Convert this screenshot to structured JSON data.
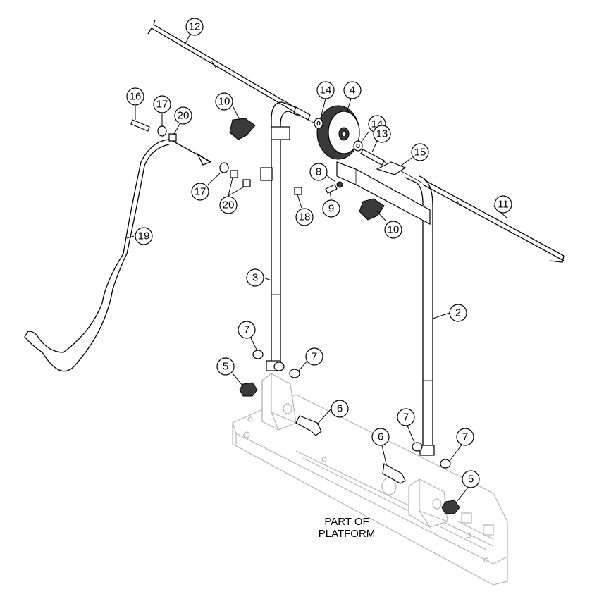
{
  "diagram": {
    "platform_label_line1": "PART OF",
    "platform_label_line2": "PLATFORM",
    "callouts": [
      "12",
      "16",
      "17",
      "20",
      "10",
      "14",
      "4",
      "14",
      "13",
      "15",
      "8",
      "9",
      "11",
      "10",
      "17",
      "20",
      "18",
      "19",
      "3",
      "2",
      "7",
      "7",
      "5",
      "6",
      "7",
      "6",
      "7",
      "5"
    ]
  }
}
